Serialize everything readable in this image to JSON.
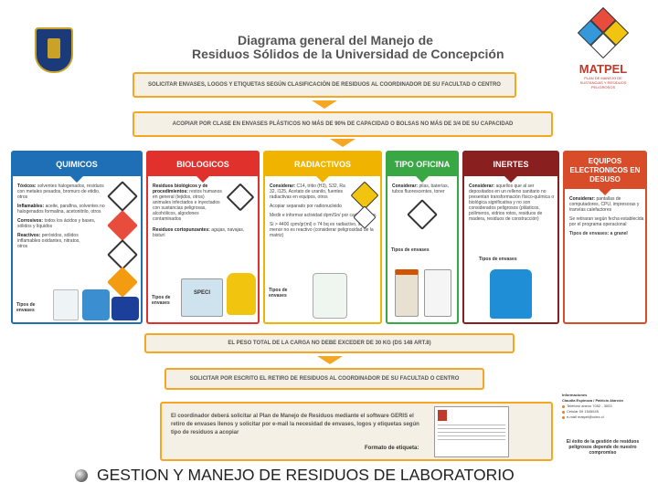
{
  "title": {
    "line1": "Diagrama general del Manejo de",
    "line2": "Residuos Sólidos de la Universidad de Concepción"
  },
  "matpel": {
    "name": "MATPEL",
    "subtitle": "PLAN DE MANEJO DE SUSTANCIAS Y RESIDUOS PELIGROSOS"
  },
  "steps": {
    "step1": "SOLICITAR ENVASES, LOGOS Y ETIQUETAS SEGÚN CLASIFICACIÓN DE RESIDUOS AL COORDINADOR DE SU FACULTAD O CENTRO",
    "step2": "ACOPIAR POR CLASE EN ENVASES PLÁSTICOS NO MÁS DE 90% DE CAPACIDAD O BOLSAS NO MÁS DE 3/4 DE SU CAPACIDAD",
    "step3": "EL PESO TOTAL DE LA CARGA NO DEBE EXCEDER DE 30 KG (DS 148 ART.8)",
    "step4": "SOLICITAR POR ESCRITO EL RETIRO DE RESIDUOS AL COORDINADOR DE SU FACULTAD O CENTRO"
  },
  "columns": {
    "quimicos": {
      "title": "QUIMICOS",
      "toxicos_label": "Tóxicos:",
      "toxicos_text": "solventes halogenados, residuos con metales pesados, bromuro de etidio, otros",
      "inflamables_label": "Inflamables:",
      "inflamables_text": "aceite, parafina, solventes no halogenados formalina, acetonitrilo, otros",
      "corrosivos_label": "Corrosivos:",
      "corrosivos_text": "todos los ácidos y bases, sólidos y líquidos",
      "reactivos_label": "Reactivos:",
      "reactivos_text": "peróxidos, sólidos inflamables oxidantes, nitratos, otros",
      "envases_label": "Tipos de envases"
    },
    "biologicos": {
      "title": "BIOLOGICOS",
      "residuos_label": "Residuos biológicos y de procedimientos:",
      "residuos_text": "restos humanos en general (tejidos, otros) animales infectados e inyectados con sustancias peligrosas, alcohólicos, algodones contaminados",
      "cortopunzantes_label": "Residuos cortopunzantes:",
      "cortopunzantes_text": "agujas, navajas, bisturí",
      "envases_label": "Tipos de envases",
      "box_label": "SPECI"
    },
    "radiactivos": {
      "title": "RADIACTIVOS",
      "considerar_label": "Considerar:",
      "considerar_text": "C14, tritio (H3), S32, Ra 32, I125, Acetato de uranilo, fuentes radiactivas en equipos, otros",
      "line2": "Acopiar separado por radionucleido",
      "line3": "Medir e informar actividad dpm/Sn/ por cada envase.",
      "line4": "Si > 4400 cpm/gr(ml) o 74 bq es radiactivo, si es menor no es reactivo (considerar peligrosidad de la matriz)",
      "envases_label": "Tipos de envases"
    },
    "oficina": {
      "title": "TIPO OFICINA",
      "considerar_label": "Considerar:",
      "considerar_text": "pilas, baterías, tubos fluorescentes, toner",
      "envases_label": "Tipos de envases"
    },
    "inertes": {
      "title": "INERTES",
      "considerar_label": "Considerar:",
      "considerar_text": "aquellos que al ser depositados en un relleno sanitario no presentan transformación físico-química o biológica significativa y no son considerados peligrosos (plásticos, polímeros, vidrios rotos, residuos de madera, residuos de construcción)",
      "envases_label": "Tipos de envases"
    },
    "equipos": {
      "title": "EQUIPOS ELECTRONICOS EN DESUSO",
      "considerar_label": "Considerar:",
      "considerar_text": "pantallas de computadores, CPU, impresoras y tranvías calefactores",
      "line2": "Se retiraran según fecha establecida por el programa operacional",
      "envases_label": "Tipos de envases: a granel"
    }
  },
  "info": {
    "text": "El coordinador deberá solicitar al Plan de Manejo de Residuos mediante el software GERIS el retiro de envases llenos y solicitar por e-mail la necesidad de envases, logos y etiquetas según tipo de residuos a acopiar",
    "format_label": "Formato de etiqueta:"
  },
  "contacts": {
    "heading": "Informaciones",
    "names": "Claudia Espinoza / Patricio Alarcón",
    "phone": "Teléfono anexo 7052 - 3003",
    "cell": "Celular 09 1545545",
    "email": "e-mail matpel@udec.cl"
  },
  "final_note": "El éxito de la gestión de residuos peligrosos depende de nuestro compromiso",
  "bottom_title": "GESTION Y MANEJO DE RESIDUOS DE LABORATORIO",
  "colors": {
    "orange": "#f5a623",
    "quimicos": "#1e6fb5",
    "biologicos": "#e0312d",
    "radiactivos": "#f0b400",
    "oficina": "#3aa745",
    "inertes": "#8a1f1f",
    "equipos": "#d94c2a"
  },
  "icons": [
    "udec-crest-icon",
    "hazard-diamond-icon",
    "toxic-icon",
    "flammable-icon",
    "corrosive-icon",
    "biohazard-icon",
    "radioactive-icon",
    "container-icon"
  ]
}
